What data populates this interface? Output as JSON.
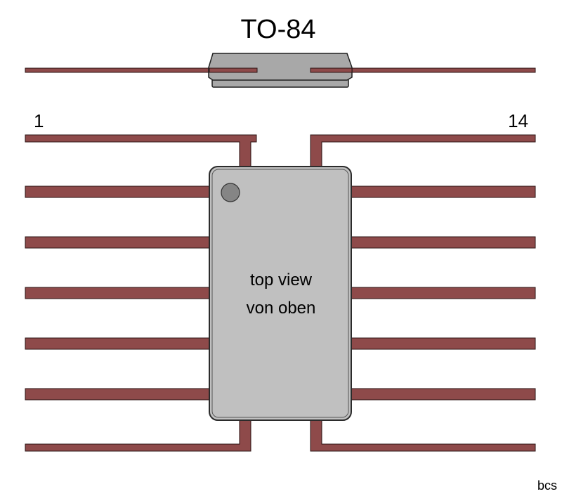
{
  "diagram": {
    "title": "TO-84",
    "package_type": "14-pin flat package",
    "pin_label_first": "1",
    "pin_label_last": "14",
    "body_text_line1": "top view",
    "body_text_line2": "von oben",
    "credit": "bcs",
    "pins_per_side": 7,
    "colors": {
      "lead": "#8e4a4a",
      "body": "#c0c0c0",
      "side_body": "#a8a8a8",
      "pin1_marker": "#858585",
      "outline": "#2b2b2b"
    }
  }
}
